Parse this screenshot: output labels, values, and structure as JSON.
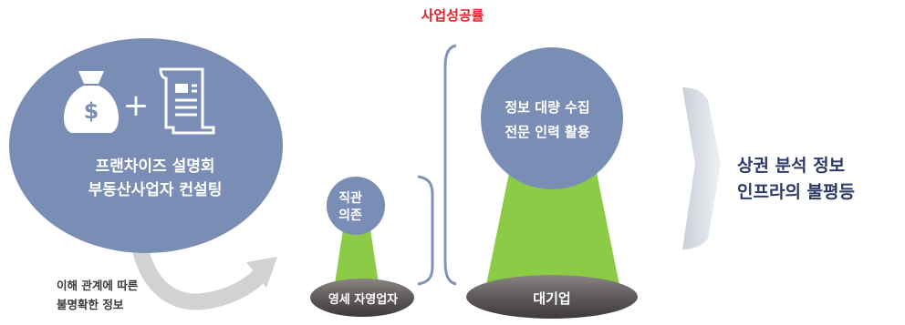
{
  "title": "사업성공률",
  "bubble": {
    "line1": "프랜차이즈 설명회",
    "line2": "부동산사업자 컨설팅",
    "plus": "+",
    "money_bag_symbol": "$"
  },
  "note": {
    "line1": "이해 관계에 따른",
    "line2": "불명확한 정보"
  },
  "small_business": {
    "head_line1": "직관",
    "head_line2": "의존",
    "base_label": "영세 자영업자"
  },
  "large_business": {
    "head_line1": "정보 대량 수집",
    "head_line2": "전문 인력 활용",
    "base_label": "대기업"
  },
  "conclusion": {
    "line1": "상권 분석 정보",
    "line2": "인프라의 불평등"
  },
  "colors": {
    "circle": "#7a8db5",
    "green": "#8bcb45",
    "base": "#5e5a59",
    "bracket": "#8293b8",
    "chevron": "#dfe4ea",
    "arrow": "#d2d2d2",
    "title": "#e8202a",
    "conclusion": "#2e3a66"
  },
  "icons": [
    "money-bag-icon",
    "document-icon",
    "chevron-right-icon",
    "curved-arrow-icon"
  ]
}
